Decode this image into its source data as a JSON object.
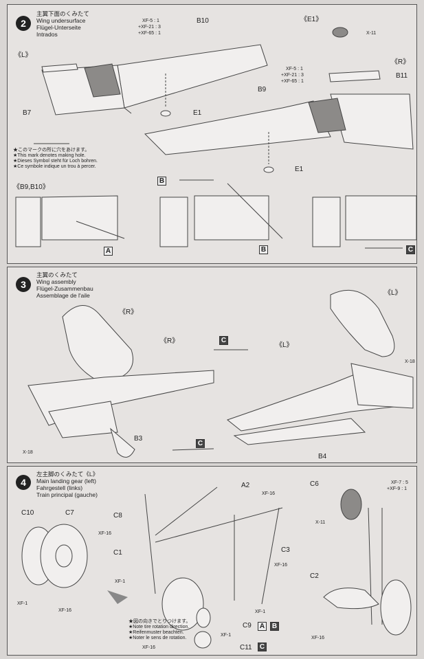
{
  "step2": {
    "number": "2",
    "title_jp": "主翼下面のくみたて",
    "title_en": "Wing undersurface",
    "title_de": "Flügel-Unterseite",
    "title_fr": "Intrados",
    "paint_left": [
      "XF-5 : 1",
      "+XF-21 : 3",
      "+XF-65 : 1"
    ],
    "paint_right": [
      "XF-5 : 1",
      "+XF-21 : 3",
      "+XF-65 : 1"
    ],
    "side_left": "《L》",
    "side_right": "《R》",
    "e1_header": "《E1》",
    "x11": "X-11",
    "parts": {
      "b10": "B10",
      "b9": "B9",
      "b11": "B11",
      "b7": "B7",
      "e1a": "E1",
      "e1b": "E1"
    },
    "hole_note": [
      "★このマークの所に穴をあけます。",
      "★This mark denotes making hole.",
      "★Dieses Symbol steht für Loch bohren.",
      "★Ce symbole indique un trou à percer."
    ],
    "b9b10_header": "《B9,B10》",
    "letters": {
      "a": "A",
      "b": "B",
      "b_top": "B",
      "c": "C"
    }
  },
  "step3": {
    "number": "3",
    "title_jp": "主翼のくみたて",
    "title_en": "Wing assembly",
    "title_de": "Flügel-Zusammenbau",
    "title_fr": "Assemblage de l'aile",
    "r1": "《R》",
    "r2": "《R》",
    "l1": "《L》",
    "l2": "《L》",
    "c_top": "C",
    "c_bottom": "C",
    "b3": "B3",
    "b4": "B4",
    "x18_left": "X-18",
    "x18_right": "X-18"
  },
  "step4": {
    "number": "4",
    "title_jp": "左主脚のくみたて《L》",
    "title_en": "Main landing gear (left)",
    "title_de": "Fahrgestell (links)",
    "title_fr": "Train principal (gauche)",
    "parts": {
      "c10": "C10",
      "c7": "C7",
      "c8": "C8",
      "c1": "C1",
      "a2": "A2",
      "c3": "C3",
      "c9": "C9",
      "c11": "C11",
      "c6": "C6",
      "c2": "C2"
    },
    "paints": {
      "xf16a": "XF-16",
      "xf16b": "XF-16",
      "xf16c": "XF-16",
      "xf16d": "XF-16",
      "xf16e": "XF-16",
      "xf16f": "XF-16",
      "xf1a": "XF-1",
      "xf1b": "XF-1",
      "xf1c": "XF-1",
      "xf1d": "XF-1",
      "x11": "X-11",
      "mix": [
        "XF-7 : 5",
        "+XF-9 : 1"
      ]
    },
    "tire_note": [
      "★図の向きでとりつけます。",
      "★Note tire rotation direction.",
      "★Reifenmuster beachten.",
      "★Noter le sens de rotation."
    ],
    "letters": {
      "a": "A",
      "b": "B",
      "c": "C"
    }
  }
}
